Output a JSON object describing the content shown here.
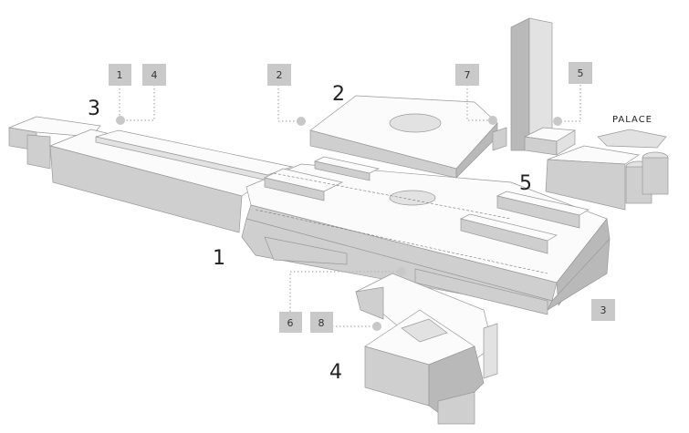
{
  "diagram": {
    "palace_label": "PALACE",
    "area_numbers": [
      "3",
      "2",
      "5",
      "1",
      "4"
    ],
    "tags": [
      "1",
      "4",
      "2",
      "7",
      "5",
      "6",
      "8",
      "3"
    ]
  },
  "colors": {
    "tag_fill": "#c9c9c9",
    "building": "#cfcfcf"
  }
}
